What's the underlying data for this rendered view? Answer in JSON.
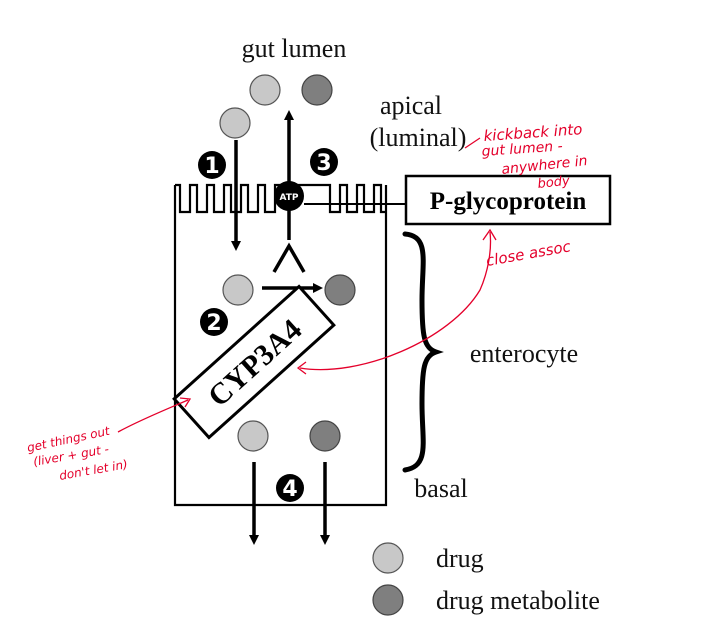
{
  "labels": {
    "gut_lumen": "gut lumen",
    "apical": "apical",
    "luminal": "(luminal)",
    "enterocyte": "enterocyte",
    "basal": "basal",
    "pgp": "P-glycoprotein",
    "cyp": "CYP3A4",
    "atp": "ATP"
  },
  "steps": [
    "1",
    "2",
    "3",
    "4"
  ],
  "legend": {
    "drug": "drug",
    "metabolite": "drug metabolite"
  },
  "annotations": {
    "kick_line1": "kickback into",
    "kick_line2": "gut lumen -",
    "kick_line3": "anywhere in",
    "kick_line4": "body",
    "close_assoc": "close assoc",
    "get_line1": "get things out",
    "get_line2": "(liver + gut -",
    "get_line3": "don't let in)"
  },
  "colors": {
    "drug": "#c8c8c8",
    "metabolite": "#7f7f7f",
    "annotation": "#e4002b",
    "ink": "#000000"
  }
}
